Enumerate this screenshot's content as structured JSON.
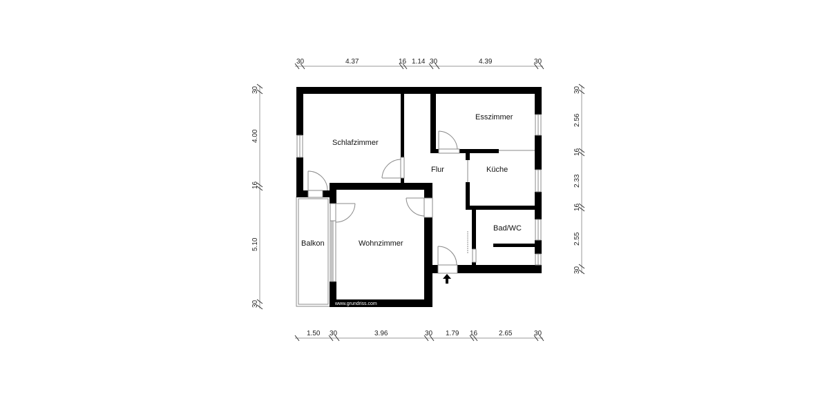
{
  "plan": {
    "rooms": [
      {
        "name": "Schlafzimmer"
      },
      {
        "name": "Esszimmer"
      },
      {
        "name": "Flur"
      },
      {
        "name": "Küche"
      },
      {
        "name": "Wohnzimmer"
      },
      {
        "name": "Balkon"
      },
      {
        "name": "Bad/WC"
      }
    ],
    "watermark": "www.grundriss.com",
    "colors": {
      "wall": "#000000",
      "line": "#888888",
      "background": "#ffffff"
    }
  },
  "dimensions": {
    "top": [
      "30",
      "4.37",
      "16",
      "1.14",
      "30",
      "4.39",
      "30"
    ],
    "bottom": [
      "1.50",
      "30",
      "3.96",
      "30",
      "1.79",
      "16",
      "2.65",
      "30"
    ],
    "left": [
      "30",
      "4.00",
      "16",
      "5.10",
      "30"
    ],
    "right": [
      "30",
      "2.56",
      "16",
      "2.33",
      "16",
      "2.55",
      "30"
    ]
  },
  "icons": {
    "entrance": "entrance-arrow-icon"
  }
}
